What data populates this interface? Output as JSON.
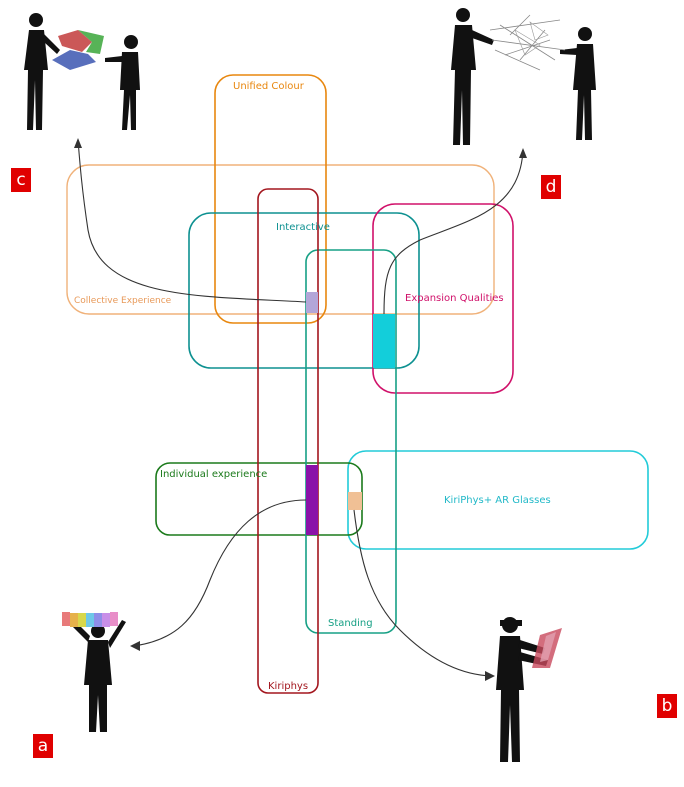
{
  "sets": {
    "unified_colour": {
      "label": "Unified Colour",
      "color": "#e8870f"
    },
    "interactive": {
      "label": "Interactive",
      "color": "#0e9191"
    },
    "collective_experience": {
      "label": "Collective Experience",
      "color": "#f0b27a"
    },
    "expansion_qualities": {
      "label": "Expansion Qualities",
      "color": "#d0116a"
    },
    "individual_experience": {
      "label": "Individual experience",
      "color": "#1b7a1b"
    },
    "kiriphys_ar_glasses": {
      "label": "KiriPhys+ AR Glasses",
      "color": "#22cbd8"
    },
    "standing": {
      "label": "Standing",
      "color": "#17a085"
    },
    "kiriphys": {
      "label": "Kiriphys",
      "color": "#a3161e"
    }
  },
  "markers": {
    "collective": {
      "color": "#b3a6d8"
    },
    "expansion": {
      "color": "#13ceda"
    },
    "individual": {
      "color": "#8a12a8"
    },
    "glasses": {
      "color": "#f0c095"
    }
  },
  "panels": {
    "a": {
      "label": "a"
    },
    "b": {
      "label": "b"
    },
    "c": {
      "label": "c"
    },
    "d": {
      "label": "d"
    }
  }
}
